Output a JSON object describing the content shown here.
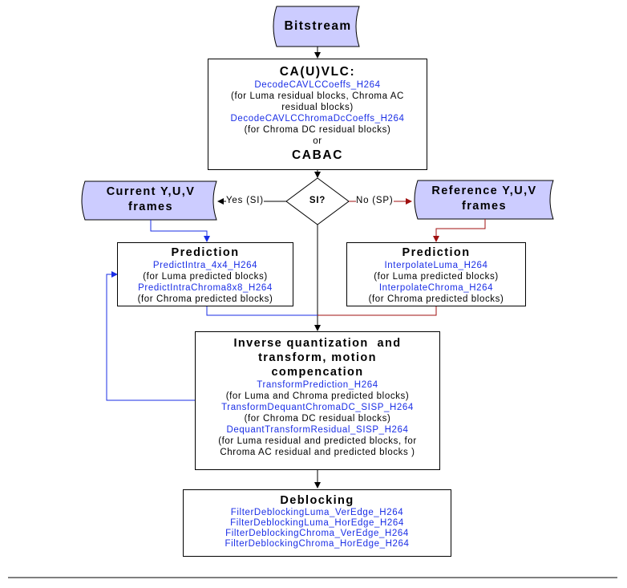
{
  "bitstream": "Bitstream",
  "cavlc": {
    "title": "CA(U)VLC:",
    "fn1": "DecodeCAVLCCoeffs_H264",
    "note1a": "(for Luma residual blocks, Chroma AC",
    "note1b": "residual blocks)",
    "fn2": "DecodeCAVLCChromaDcCoeffs_H264",
    "note2": "(for Chroma DC residual blocks)",
    "or": "or",
    "cabac": "CABAC"
  },
  "decision": {
    "label": "SI?",
    "yes": "Yes (SI)",
    "no": "No (SP)"
  },
  "current_frames": {
    "line1": "Current Y,U,V",
    "line2": "frames"
  },
  "reference_frames": {
    "line1": "Reference Y,U,V",
    "line2": "frames"
  },
  "prediction_left": {
    "title": "Prediction",
    "fn1": "PredictIntra_4x4_H264",
    "note1": "(for Luma predicted blocks)",
    "fn2": "PredictIntraChroma8x8_H264",
    "note2": "(for Chroma predicted blocks)"
  },
  "prediction_right": {
    "title": "Prediction",
    "fn1": "InterpolateLuma_H264",
    "note1": "(for Luma predicted blocks)",
    "fn2": "InterpolateChroma_H264",
    "note2": "(for Chroma predicted blocks)"
  },
  "inverse": {
    "title1": "Inverse quantization  and",
    "title2": "transform, motion",
    "title3": "compencation",
    "fn1": "TransformPrediction_H264",
    "note1": "(for Luma and Chroma predicted blocks)",
    "fn2": "TransformDequantChromaDC_SISP_H264",
    "note2": "(for Chroma DC residual blocks)",
    "fn3": "DequantTransformResidual_SISP_H264",
    "note3a": "(for Luma residual and predicted blocks, for",
    "note3b": "Chroma AC residual and predicted blocks )"
  },
  "deblocking": {
    "title": "Deblocking",
    "fn1": "FilterDeblockingLuma_VerEdge_H264",
    "fn2": "FilterDeblockingLuma_HorEdge_H264",
    "fn3": "FilterDeblockingChroma_VerEdge_H264",
    "fn4": "FilterDeblockingChroma_HorEdge_H264"
  },
  "colors": {
    "terminal_fill": "#ccccff",
    "blue_arrow": "#1a2ee6",
    "red_arrow": "#a01010",
    "function_text": "#1a2ee6"
  }
}
